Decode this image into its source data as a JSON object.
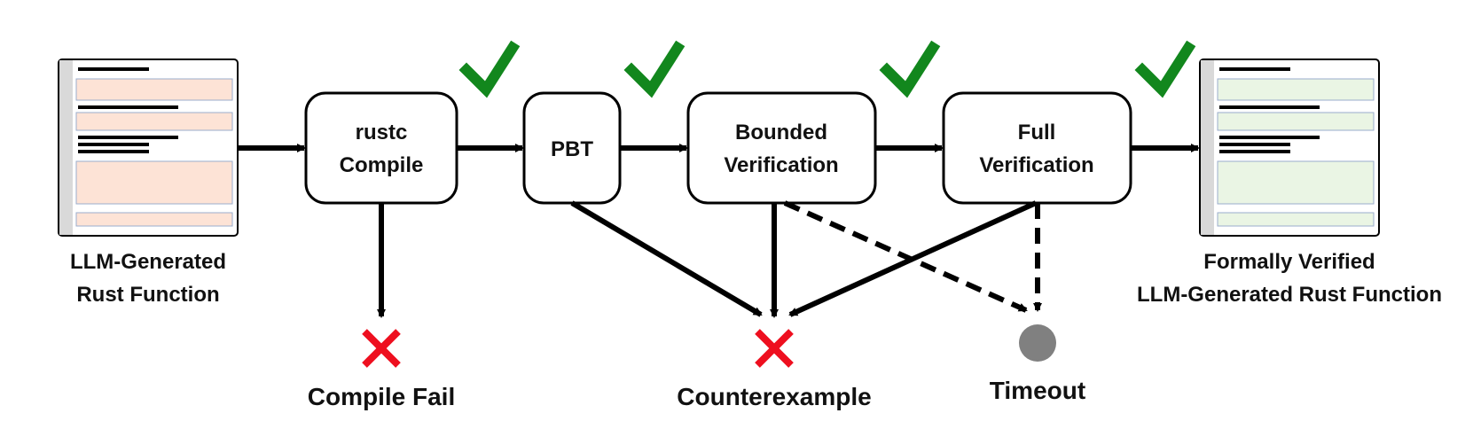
{
  "input_doc": {
    "label_lines": [
      "LLM-Generated",
      "Rust Function"
    ],
    "highlight_color": "#fde3d6"
  },
  "output_doc": {
    "label_lines": [
      "Formally Verified",
      "LLM-Generated Rust Function"
    ],
    "highlight_color": "#eaf5e4"
  },
  "stages": [
    {
      "id": "rustc",
      "lines": [
        "rustc",
        "Compile"
      ]
    },
    {
      "id": "pbt",
      "lines": [
        "PBT"
      ]
    },
    {
      "id": "bounded",
      "lines": [
        "Bounded",
        "Verification"
      ]
    },
    {
      "id": "full",
      "lines": [
        "Full",
        "Verification"
      ]
    }
  ],
  "outcomes": {
    "compile_fail": "Compile Fail",
    "counterexample": "Counterexample",
    "timeout": "Timeout"
  },
  "colors": {
    "check": "#12871d",
    "fail": "#ee0f1f",
    "timeout": "#808080",
    "arrow": "#000000"
  }
}
